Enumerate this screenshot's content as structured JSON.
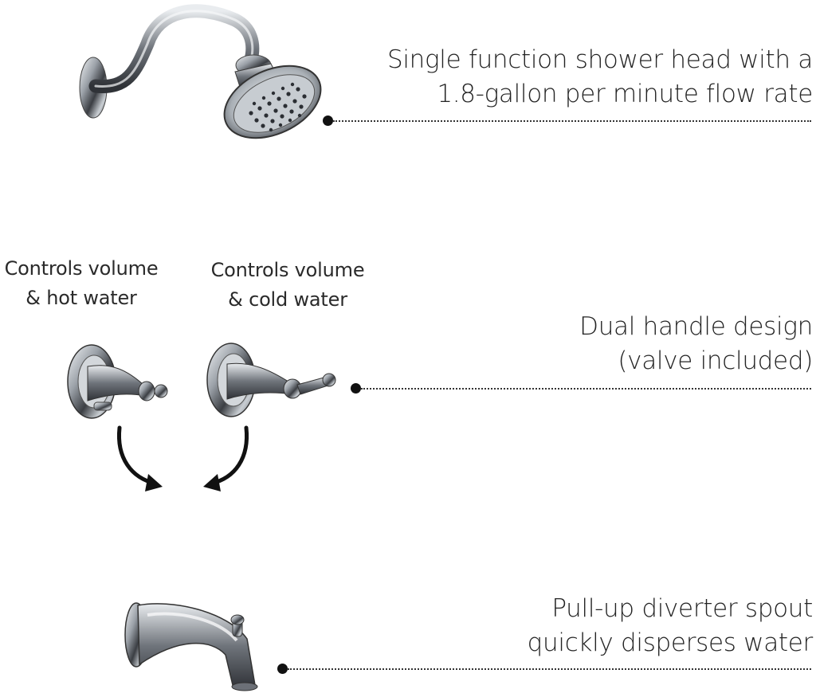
{
  "features": [
    {
      "lines": [
        "Single function shower head with a",
        "1.8-gallon per minute flow rate"
      ]
    },
    {
      "lines": [
        "Dual handle design",
        "(valve included)"
      ]
    },
    {
      "lines": [
        "Pull-up diverter spout",
        "quickly disperses water"
      ]
    }
  ],
  "handle_labels": {
    "hot": [
      "Controls volume",
      "& hot water"
    ],
    "cold": [
      "Controls volume",
      "& cold water"
    ]
  },
  "colors": {
    "text": "#232323",
    "chrome_dark": "#3a3d42",
    "chrome_mid": "#9aa0a8",
    "chrome_light": "#f2f4f6",
    "accent": "#111111"
  },
  "icons": [
    "shower-head-icon",
    "handle-hot-icon",
    "handle-cold-icon",
    "arrow-curve-icon",
    "tub-spout-icon"
  ]
}
